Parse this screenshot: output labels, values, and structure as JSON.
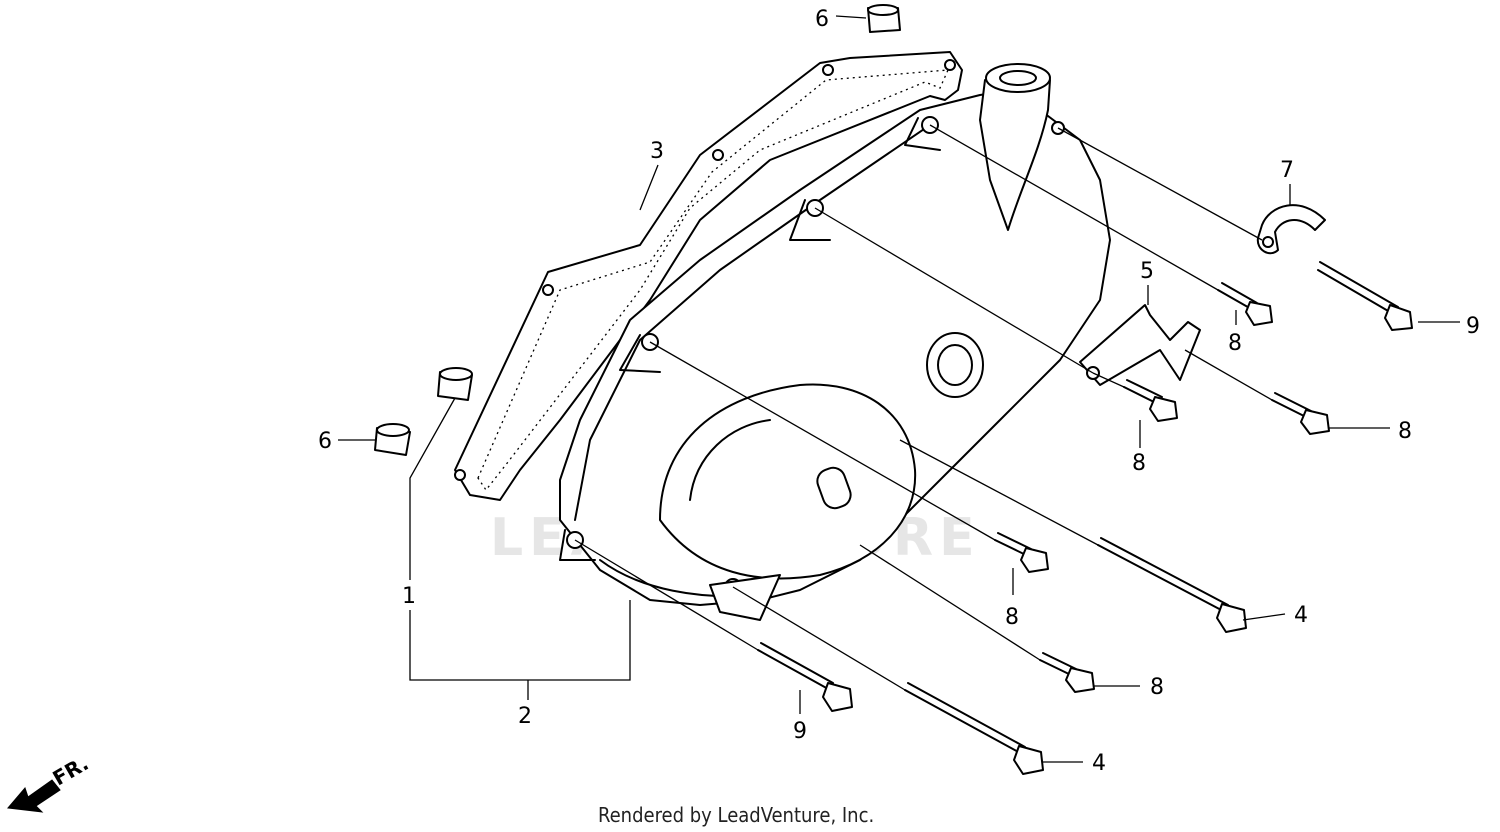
{
  "diagram": {
    "callouts": {
      "c1": "1",
      "c2": "2",
      "c3": "3",
      "c4a": "4",
      "c4b": "4",
      "c5": "5",
      "c6a": "6",
      "c6b": "6",
      "c7": "7",
      "c8a": "8",
      "c8b": "8",
      "c8c": "8",
      "c8d": "8",
      "c8e": "8",
      "c9a": "9",
      "c9b": "9"
    },
    "direction_label": "FR.",
    "watermark": "LEADVENTURE",
    "credit": "Rendered by LeadVenture, Inc."
  },
  "colors": {
    "line": "#000000",
    "background": "#ffffff",
    "watermark": "#e6e6e6"
  }
}
